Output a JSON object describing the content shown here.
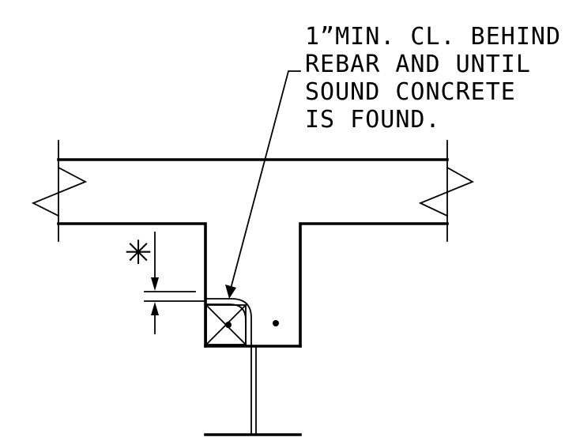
{
  "note": {
    "lines": [
      "1”MIN. CL. BEHIND",
      "REBAR AND UNTIL",
      "SOUND CONCRETE",
      "IS FOUND."
    ]
  },
  "dimension": {
    "symbol": "✳"
  },
  "colors": {
    "line": "#000000",
    "background": "#ffffff"
  }
}
